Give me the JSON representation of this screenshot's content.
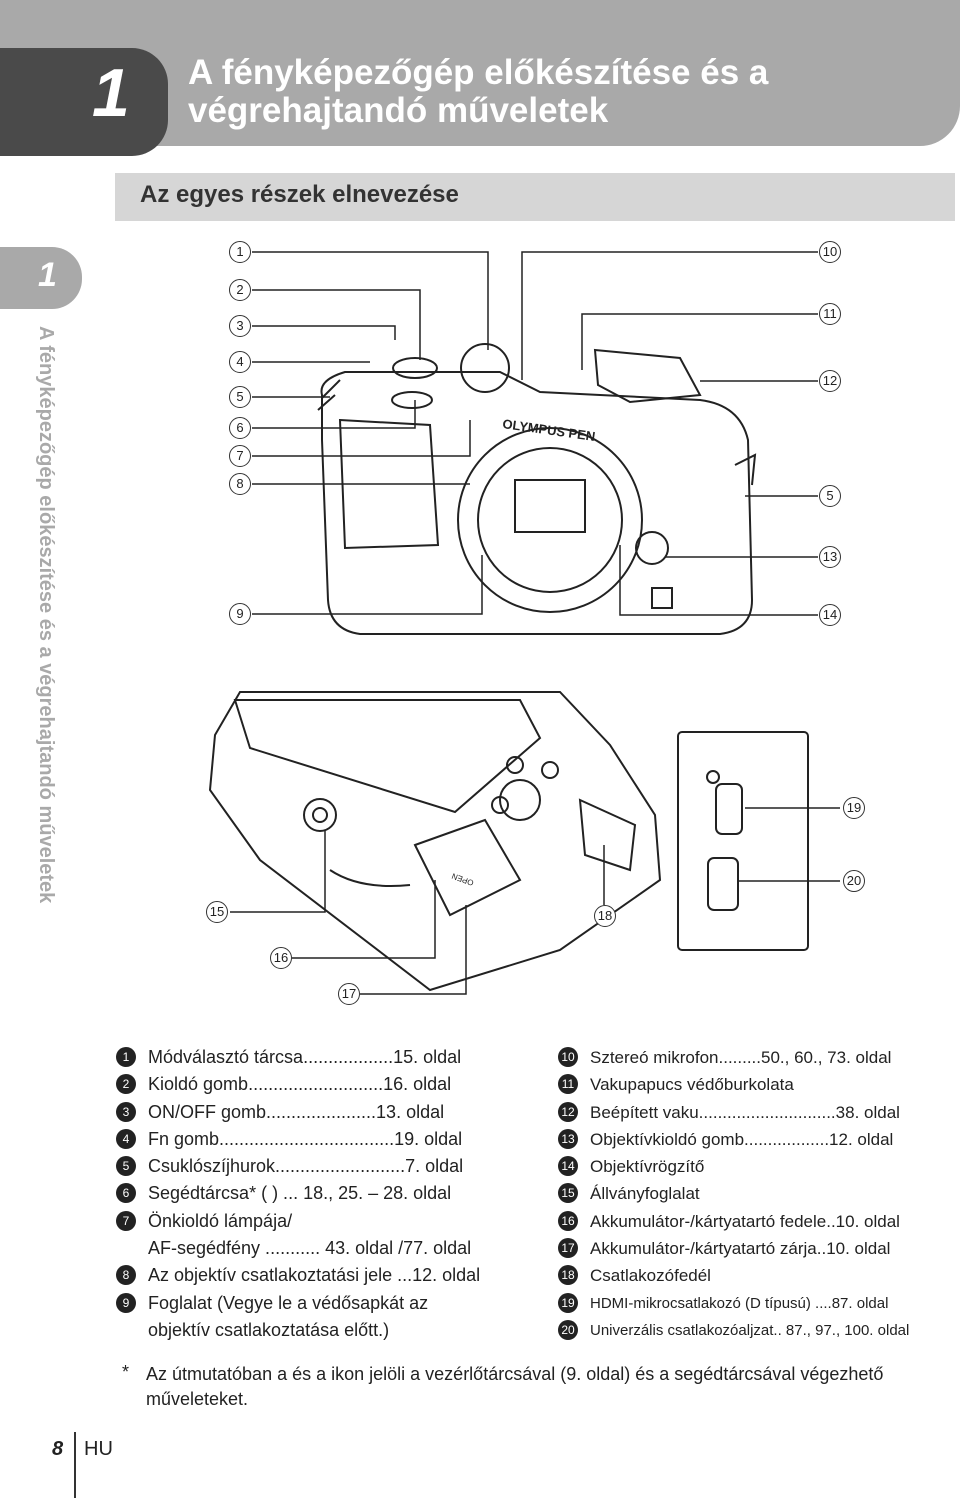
{
  "header": {
    "chapter_number": "1",
    "title": "A fényképezőgép előkészítése és a végrehajtandó műveletek"
  },
  "section": {
    "title": "Az egyes részek elnevezése"
  },
  "side_tab": {
    "number": "1",
    "text": "A fényképezőgép előkészítése és a végrehajtandó műveletek"
  },
  "callouts": [
    "1",
    "2",
    "3",
    "4",
    "5",
    "6",
    "7",
    "8",
    "9",
    "10",
    "11",
    "12",
    "5",
    "13",
    "14",
    "15",
    "16",
    "17",
    "18",
    "19",
    "20"
  ],
  "camera_logo": "OLYMPUS PEN",
  "cover_label": "OPEN",
  "parts_left": [
    {
      "num": "1",
      "text": "Módválasztó tárcsa..................15. oldal"
    },
    {
      "num": "2",
      "text": "Kioldó gomb...........................16. oldal"
    },
    {
      "num": "3",
      "text": "ON/OFF gomb......................13. oldal"
    },
    {
      "num": "4",
      "text": "Fn gomb...................................19. oldal"
    },
    {
      "num": "5",
      "text": "Csuklószíjhurok..........................7. oldal"
    },
    {
      "num": "6",
      "text": "Segédtárcsa* (   ) ... 18., 25. – 28. oldal"
    },
    {
      "num": "7",
      "text": "Önkioldó lámpája/",
      "cont": "AF-segédfény ........... 43. oldal /77. oldal"
    },
    {
      "num": "8",
      "text": "Az objektív csatlakoztatási jele ...12. oldal"
    },
    {
      "num": "9",
      "text": "Foglalat (Vegye le a védősapkát az",
      "cont": "objektív csatlakoztatása előtt.)"
    }
  ],
  "parts_right": [
    {
      "num": "10",
      "text": "Sztereó mikrofon.........50., 60., 73. oldal"
    },
    {
      "num": "11",
      "text": "Vakupapucs védőburkolata"
    },
    {
      "num": "12",
      "text": "Beépített vaku.............................38. oldal"
    },
    {
      "num": "13",
      "text": "Objektívkioldó gomb..................12. oldal"
    },
    {
      "num": "14",
      "text": "Objektívrögzítő"
    },
    {
      "num": "15",
      "text": "Állványfoglalat"
    },
    {
      "num": "16",
      "text": "Akkumulátor-/kártyatartó fedele..10. oldal"
    },
    {
      "num": "17",
      "text": "Akkumulátor-/kártyatartó zárja..10. oldal"
    },
    {
      "num": "18",
      "text": "Csatlakozófedél"
    },
    {
      "num": "19",
      "text": "HDMI-mikrocsatlakozó (D típusú) ....87. oldal"
    },
    {
      "num": "20",
      "text": "Univerzális csatlakozóaljzat.. 87., 97., 100. oldal"
    }
  ],
  "footnote": {
    "star": "*",
    "text": "Az útmutatóban a      és a      ikon jelöli a vezérlőtárcsával (9. oldal) és a segédtárcsával végezhető műveleteket."
  },
  "footer": {
    "page": "8",
    "lang": "HU"
  }
}
